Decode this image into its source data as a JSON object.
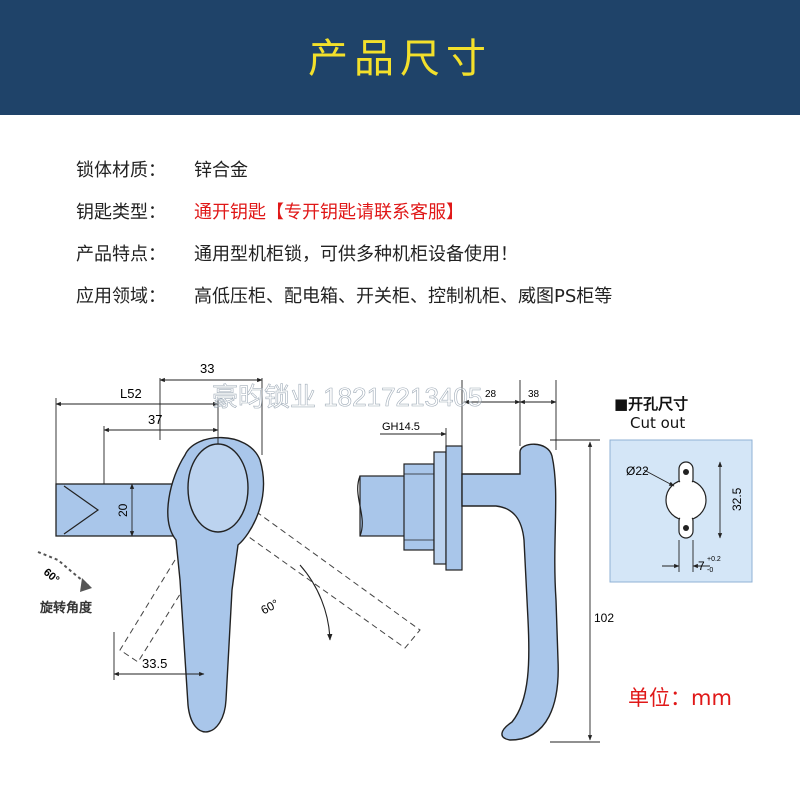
{
  "header": {
    "title": "产品尺寸"
  },
  "specs": [
    {
      "label": "锁体材质：",
      "value": "锌合金",
      "highlight": false
    },
    {
      "label": "钥匙类型：",
      "value": "通开钥匙【专开钥匙请联系客服】",
      "highlight": true
    },
    {
      "label": "产品特点：",
      "value": "通用型机柜锁，可供多种机柜设备使用！",
      "highlight": false
    },
    {
      "label": "应用领域：",
      "value": "高低压柜、配电箱、开关柜、控制机柜、威图PS柜等",
      "highlight": false
    }
  ],
  "watermark": "豪昀锁业 18217213405",
  "drawing": {
    "dims_front": {
      "d33": "33",
      "l52": "L52",
      "d37": "37",
      "d20": "20",
      "d33_5": "33.5",
      "angle_left": "60°",
      "angle_right": "60°",
      "rotation_label": "旋转角度"
    },
    "dims_side": {
      "d28": "28",
      "d38": "38",
      "gh": "GH14.5",
      "d102": "102"
    },
    "cutout": {
      "title": "■开孔尺寸",
      "subtitle": "Cut out",
      "dia": "Ø22",
      "h": "32.5",
      "w": "7",
      "tol_plus": "+0.2",
      "tol_minus": "-0"
    }
  },
  "unit_label": "单位：mm",
  "colors": {
    "banner": "#1f4369",
    "title": "#f3e02b",
    "highlight": "#e01818",
    "part_fill": "#a9c6ea",
    "cutout_bg": "#d4e6f7"
  }
}
